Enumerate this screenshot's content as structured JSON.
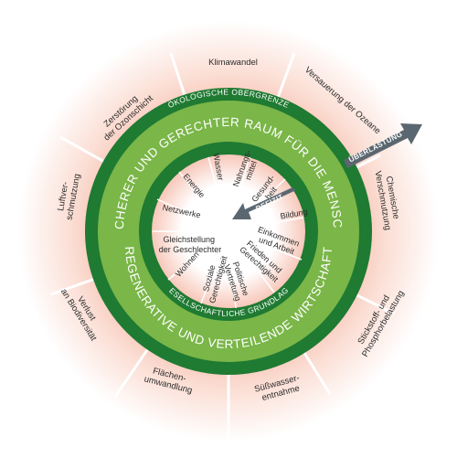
{
  "ceiling": {
    "title": "ÖKOLOGISCHE OBERGRENZE",
    "items": [
      {
        "lines": [
          "Klimawandel"
        ]
      },
      {
        "lines": [
          "Versauerung der Ozeane"
        ]
      },
      {
        "lines": [
          "Chemische",
          "Verschmutzung"
        ]
      },
      {
        "lines": [
          "Stickstoff- und",
          "Phosphorbelastung"
        ]
      },
      {
        "lines": [
          "Süßwasser-",
          "entnahme"
        ]
      },
      {
        "lines": [
          "Flächen-",
          "umwandlung"
        ]
      },
      {
        "lines": [
          "Verlust",
          "an Biodiversität"
        ]
      },
      {
        "lines": [
          "Luftver-",
          "schmutzung"
        ]
      },
      {
        "lines": [
          "Zerstörung",
          "der Ozonschicht"
        ]
      }
    ]
  },
  "ring": {
    "top_text": "EIN SICHERER UND GERECHTER RAUM FÜR DIE MENSCHHEIT",
    "bottom_text": "REGENERATIVE UND VERTEILENDE WIRTSCHAFT"
  },
  "foundation": {
    "title": "GESELLSCHAFTLICHE GRUNDLAGE",
    "items": [
      {
        "lines": [
          "Wasser"
        ]
      },
      {
        "lines": [
          "Nahrungs-",
          "mittel"
        ]
      },
      {
        "lines": [
          "Gesund-",
          "heit"
        ]
      },
      {
        "lines": [
          "Bildung"
        ]
      },
      {
        "lines": [
          "Einkommen",
          "und Arbeit"
        ]
      },
      {
        "lines": [
          "Frieden und",
          "Gerechtigkeit"
        ]
      },
      {
        "lines": [
          "Politische",
          "Vertretung"
        ]
      },
      {
        "lines": [
          "Soziale",
          "Gerechtigkeit"
        ]
      },
      {
        "lines": [
          "Wohnen"
        ]
      },
      {
        "lines": [
          "Gleichstellung",
          "der Geschlechter"
        ]
      },
      {
        "lines": [
          "Netzwerke"
        ]
      },
      {
        "lines": [
          "Energie"
        ]
      }
    ]
  },
  "arrows": {
    "overshoot": "ÜBERLASTUNG",
    "shortfall": "DEFIZIT"
  },
  "colors": {
    "dark_green": "#1f7a32",
    "light_green": "#7ab648",
    "mid_green": "#6aa83d",
    "arrow_gray": "#5b6770",
    "pink_outer": "#fbe5dd",
    "red_wedge": "#e8604c"
  }
}
